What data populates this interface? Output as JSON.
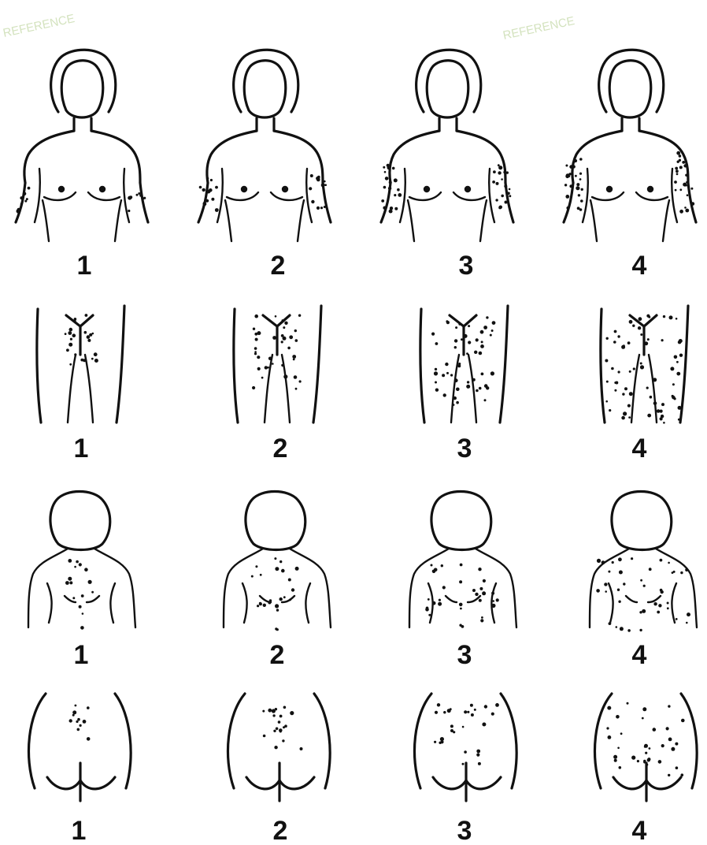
{
  "watermark": {
    "left": "REFERENCE",
    "right": "REFERENCE"
  },
  "rows": [
    {
      "region": "upper-lip-chest-arms",
      "labels": [
        "1",
        "2",
        "3",
        "4"
      ],
      "grades": [
        1,
        2,
        3,
        4
      ]
    },
    {
      "region": "thighs",
      "labels": [
        "1",
        "2",
        "3",
        "4"
      ],
      "grades": [
        1,
        2,
        3,
        4
      ]
    },
    {
      "region": "upper-back",
      "labels": [
        "1",
        "2",
        "3",
        "4"
      ],
      "grades": [
        1,
        2,
        3,
        4
      ]
    },
    {
      "region": "lower-back-buttocks",
      "labels": [
        "1",
        "2",
        "3",
        "4"
      ],
      "grades": [
        1,
        2,
        3,
        4
      ]
    }
  ],
  "colors": {
    "ink": "#111111",
    "watermark": "#c9dcae",
    "background": "#ffffff"
  }
}
